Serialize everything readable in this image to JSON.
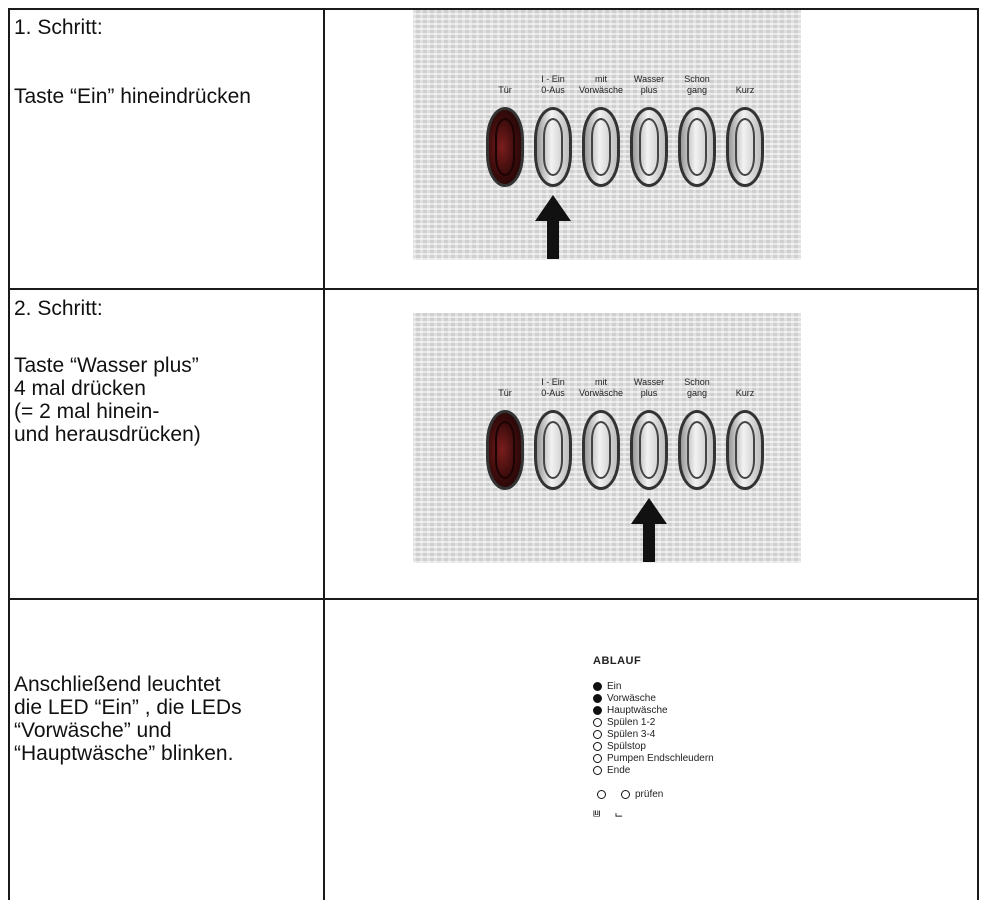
{
  "rows": [
    {
      "text_lines": [
        "1. Schritt:",
        "",
        "Taste “Ein” hineindrücken"
      ]
    },
    {
      "text_lines": [
        "2. Schritt:",
        "",
        "Taste “Wasser plus”",
        "4 mal drücken",
        "(= 2 mal hinein-",
        "und herausdrücken)"
      ]
    },
    {
      "text_lines": [
        "Anschließend leuchtet",
        "die LED “Ein” , die LEDs",
        "“Vorwäsche” und",
        "“Hauptwäsche” blinken."
      ]
    }
  ],
  "panel": {
    "buttons": [
      {
        "label_top": "",
        "label_bottom": "Tür",
        "style": "dark"
      },
      {
        "label_top": "I - Ein",
        "label_bottom": "0-Aus",
        "style": "light"
      },
      {
        "label_top": "mit",
        "label_bottom": "Vorwäsche",
        "style": "light"
      },
      {
        "label_top": "Wasser",
        "label_bottom": "plus",
        "style": "light"
      },
      {
        "label_top": "Schon",
        "label_bottom": "gang",
        "style": "light"
      },
      {
        "label_top": "",
        "label_bottom": "Kurz",
        "style": "light"
      }
    ],
    "arrow_target_step1": "I - Ein 0-Aus",
    "arrow_target_step2": "Wasser plus"
  },
  "ablauf": {
    "title": "ABLAUF",
    "leds": [
      {
        "label": "Ein",
        "on": true
      },
      {
        "label": "Vorwäsche",
        "on": true
      },
      {
        "label": "Hauptwäsche",
        "on": true
      },
      {
        "label": "Spülen 1-2",
        "on": false
      },
      {
        "label": "Spülen 3-4",
        "on": false
      },
      {
        "label": "Spülstop",
        "on": false
      },
      {
        "label": "Pumpen Endschleudern",
        "on": false
      },
      {
        "label": "Ende",
        "on": false
      }
    ],
    "check_label": "prüfen"
  }
}
